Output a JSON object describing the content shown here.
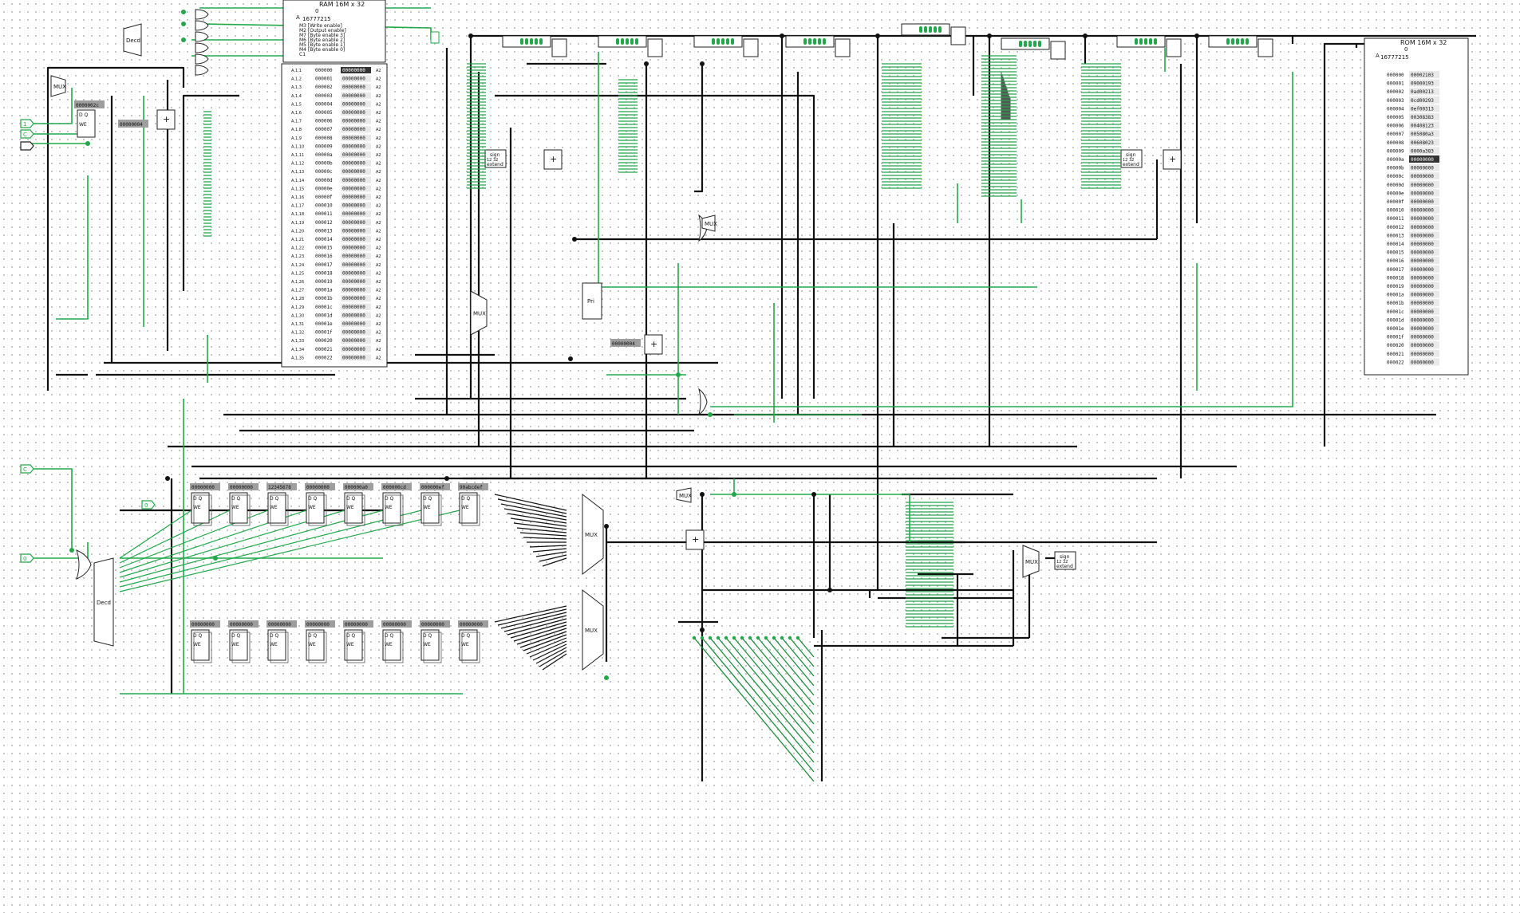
{
  "colors": {
    "wire_on": "#22a84a",
    "wire_on_dark": "#1f8a3a",
    "wire_off": "#111111",
    "grid": "#b8b8b8",
    "value_box": "#9e9e9e"
  },
  "ram": {
    "title": "RAM 16M x 32",
    "addr_label": "A",
    "addr_max": "16777215",
    "enables": [
      "M3 [Write enable]",
      "M2 [Output enable]",
      "M7 [Byte enable 3]",
      "M6 [Byte enable 2]",
      "M5 [Byte enable 1]",
      "M4 [Byte enable 0]",
      "C1"
    ],
    "addresses": [
      "000000",
      "000001",
      "000002",
      "000003",
      "000004",
      "000005",
      "000006",
      "000007",
      "000008",
      "000009",
      "00000a",
      "00000b",
      "00000c",
      "00000d",
      "00000e",
      "00000f",
      "000010",
      "000011",
      "000012",
      "000013",
      "000014",
      "000015",
      "000016",
      "000017",
      "000018",
      "000019",
      "00001a",
      "00001b",
      "00001c",
      "00001d",
      "00001e",
      "00001f",
      "000020",
      "000021",
      "000022"
    ],
    "values": [
      "00000000",
      "00000000",
      "00000000",
      "00000000",
      "00000000",
      "00000000",
      "00000000",
      "00000000",
      "00000000",
      "00000000",
      "00000000",
      "00000000",
      "00000000",
      "00000000",
      "00000000",
      "00000000",
      "00000000",
      "00000000",
      "00000000",
      "00000000",
      "00000000",
      "00000000",
      "00000000",
      "00000000",
      "00000000",
      "00000000",
      "00000000",
      "00000000",
      "00000000",
      "00000000",
      "00000000",
      "00000000",
      "00000000",
      "00000000",
      "00000000"
    ]
  },
  "rom": {
    "title": "ROM 16M x 32",
    "addr_label": "A",
    "addr_max": "16777215",
    "addresses": [
      "000000",
      "000001",
      "000002",
      "000003",
      "000004",
      "000005",
      "000006",
      "000007",
      "000008",
      "000009",
      "00000a",
      "00000b",
      "00000c",
      "00000d",
      "00000e",
      "00000f",
      "000010",
      "000011",
      "000012",
      "000013",
      "000014",
      "000015",
      "000016",
      "000017",
      "000018",
      "000019",
      "00001a",
      "00001b",
      "00001c",
      "00001d",
      "00001e",
      "00001f",
      "000020",
      "000021",
      "000022"
    ],
    "values": [
      "00002103",
      "09000193",
      "0ad00213",
      "0cd00293",
      "0ef00313",
      "00308383",
      "00408123",
      "005080a3",
      "00608023",
      "0000a383",
      "00000000",
      "00000000",
      "00000000",
      "00000000",
      "00000000",
      "00000000",
      "00000000",
      "00000000",
      "00000000",
      "00000000",
      "00000000",
      "00000000",
      "00000000",
      "00000000",
      "00000000",
      "00000000",
      "00000000",
      "00000000",
      "00000000",
      "00000000",
      "00000000",
      "00000000",
      "00000000",
      "00000000",
      "00000000"
    ]
  },
  "registers_top": [
    "00000000",
    "00000000",
    "12345678",
    "00000000",
    "000000a0",
    "000000cd",
    "000000ef",
    "90abcdef"
  ],
  "registers_bottom": [
    "00000000",
    "00000000",
    "00000000",
    "00000000",
    "00000000",
    "00000000",
    "00000000",
    "00000000"
  ],
  "pc": {
    "value": "0000002c",
    "increment_const": "00000004"
  },
  "labels": {
    "decoder": "Decd",
    "mux": "MUX",
    "sign_extend": "sign extend",
    "priority": "Pri",
    "adder": "+",
    "reg_d": "D",
    "reg_q": "Q",
    "reg_we": "WE",
    "bit_12": "12",
    "bit_32": "32",
    "pin_1": "1",
    "pin_clk": "C",
    "pin_zero": "0"
  }
}
